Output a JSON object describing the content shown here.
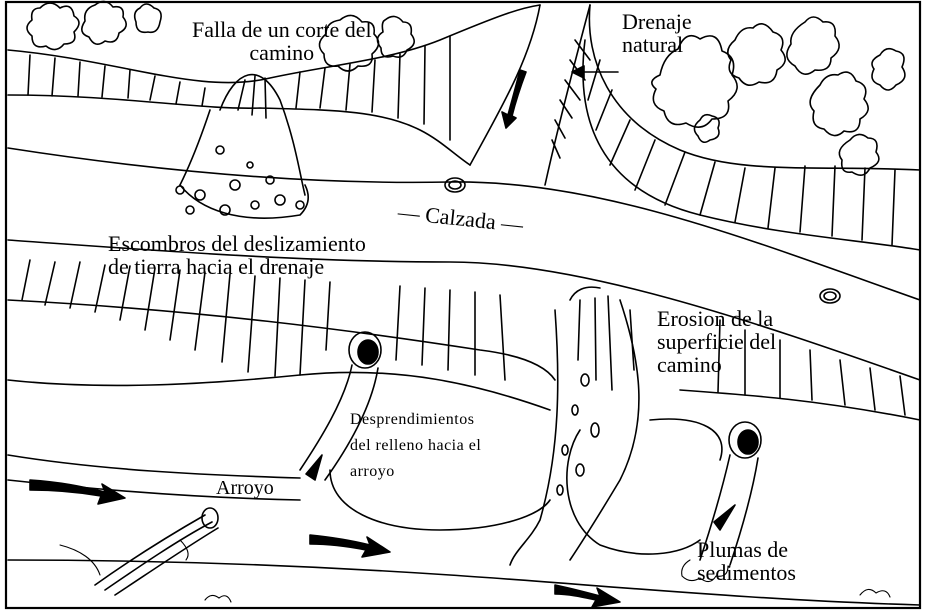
{
  "labels": {
    "falla": [
      "Falla de un corte del",
      "camino"
    ],
    "drenaje": [
      "Drenaje",
      "natural"
    ],
    "calzada": "Calzada",
    "escombros": [
      "Escombros del deslizamiento",
      "de tierra hacia el drenaje"
    ],
    "erosion": [
      "Erosion de la",
      "superficie del",
      "camino"
    ],
    "desprendimientos": [
      "Desprendimientos",
      "del relleno hacia el",
      "arroyo"
    ],
    "arroyo": "Arroyo",
    "plumas": [
      "Plumas de",
      "sedimentos"
    ]
  }
}
